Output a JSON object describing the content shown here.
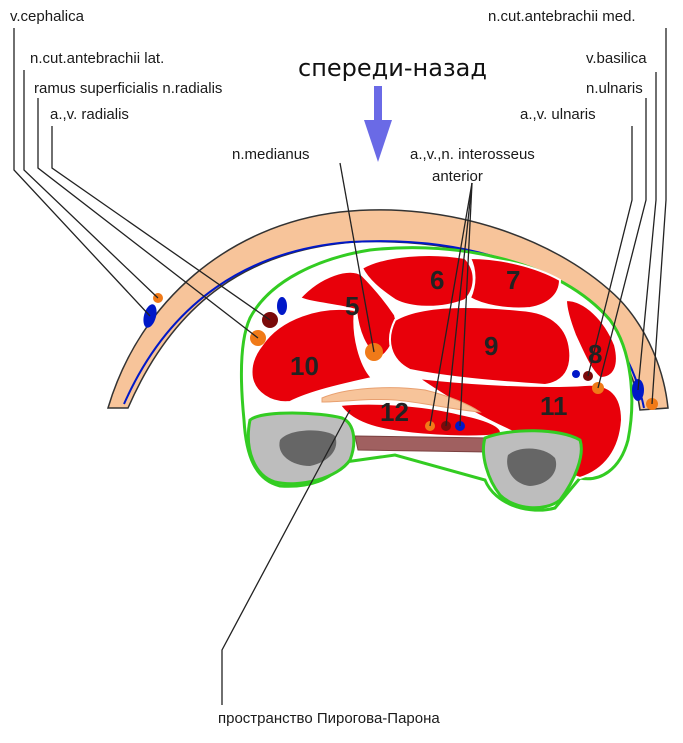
{
  "title": "спереди-назад",
  "labels": {
    "v_cephalica": "v.cephalica",
    "n_cut_lat": "n.cut.antebrachii lat.",
    "ramus_superficialis": "ramus superficialis n.radialis",
    "av_radialis": "a.,v. radialis",
    "n_medianus": "n.medianus",
    "interosseus_1": "a.,v.,n. interosseus",
    "interosseus_2": "anterior",
    "n_cut_med": "n.cut.antebrachii med.",
    "v_basilica": "v.basilica",
    "n_ulnaris": "n.ulnaris",
    "av_ulnaris": "a.,v. ulnaris",
    "pirogov": "пространство Пирогова-Парона"
  },
  "muscle_numbers": [
    "5",
    "6",
    "7",
    "8",
    "9",
    "10",
    "11",
    "12"
  ],
  "colors": {
    "muscle": "#e8000a",
    "skin": "#f7c49a",
    "fascia": "#33cc22",
    "vein": "#0018c8",
    "artery": "#7a0a0a",
    "nerve": "#f07a18",
    "bone": "#bdbdbd",
    "marrow": "#666666",
    "arrow": "#6a6ae6",
    "membrane": "#a06060"
  },
  "arrow_icon": "down-arrow-icon"
}
